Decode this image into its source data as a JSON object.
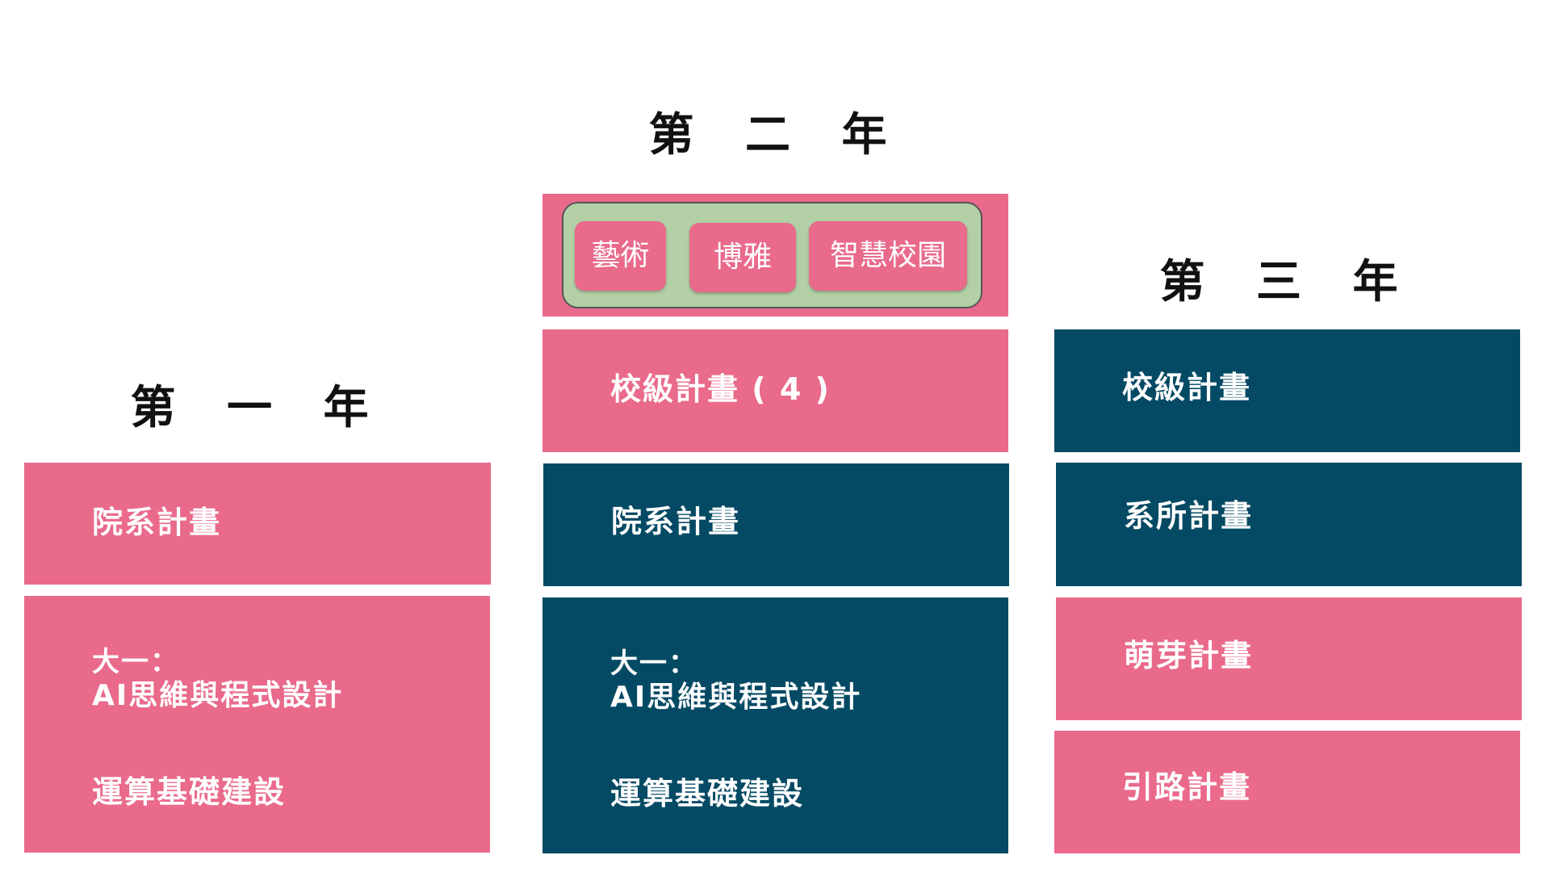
{
  "years": {
    "year1": "第 一 年",
    "year2": "第 二 年",
    "year3": "第 三 年"
  },
  "col1": {
    "block1": "院系計畫",
    "block2_line1": "大一：",
    "block2_line2": "AI思維與程式設計",
    "block2_line3": "運算基礎建設"
  },
  "col2": {
    "chips": [
      "藝術",
      "博雅",
      "智慧校園"
    ],
    "block1": "校級計畫 ( 4 )",
    "block2": "院系計畫",
    "block3_line1": "大一：",
    "block3_line2": "AI思維與程式設計",
    "block3_line3": "運算基礎建設"
  },
  "col3": {
    "block1": "校級計畫",
    "block2": "系所計畫",
    "block3": "萌芽計畫",
    "block4": "引路計畫"
  },
  "colors": {
    "pink": "#e96a8b",
    "navy": "#054a64",
    "green": "#b3cfa6"
  }
}
